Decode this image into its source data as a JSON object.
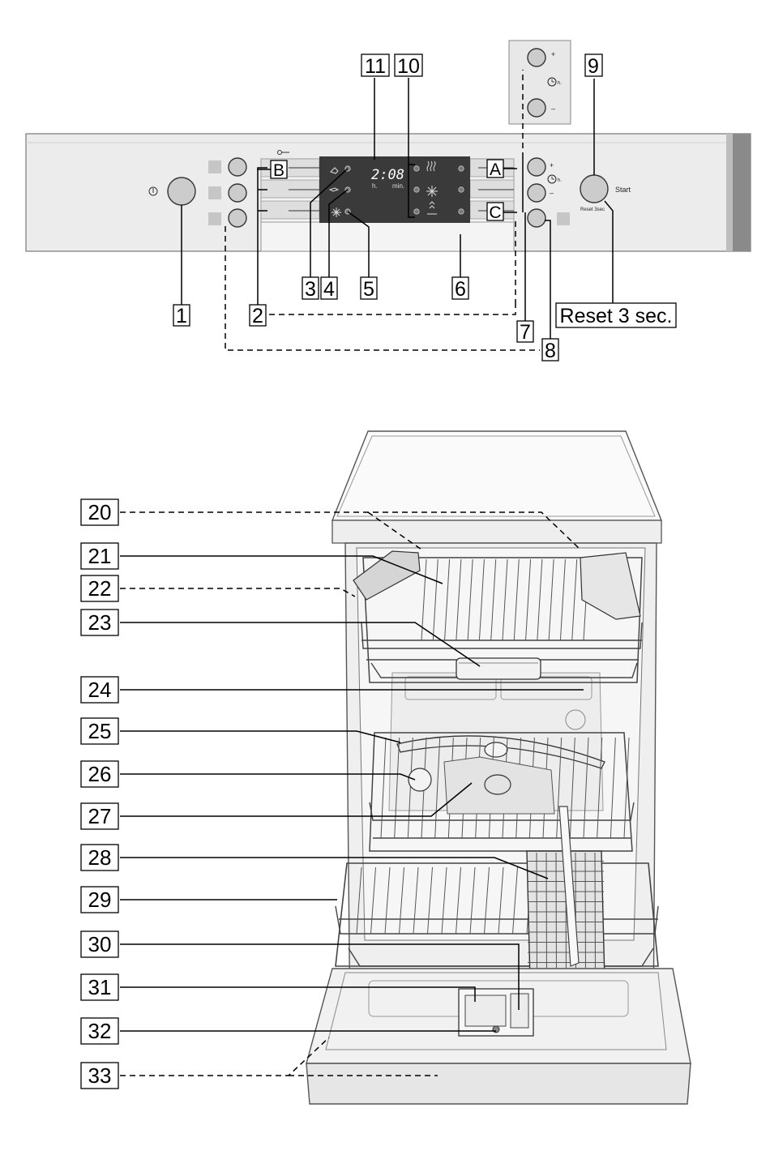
{
  "panel": {
    "display_time": "2:08",
    "display_unit_h": "h.",
    "display_unit_min": "min.",
    "timer_plus": "+",
    "timer_minus": "–",
    "timer_unit": "h.",
    "start_label": "Start",
    "reset_small": "Reset 3sec",
    "reset_callout": "Reset 3 sec."
  },
  "callouts_top": [
    "1",
    "2",
    "3",
    "4",
    "5",
    "6",
    "7",
    "8",
    "9",
    "10",
    "11",
    "A",
    "B",
    "C"
  ],
  "callouts_bottom": [
    "20",
    "21",
    "22",
    "23",
    "24",
    "25",
    "26",
    "27",
    "28",
    "29",
    "30",
    "31",
    "32",
    "33"
  ],
  "colors": {
    "panel_bg": "#ececec",
    "display": "#3a3a3a",
    "line": "#000000"
  }
}
